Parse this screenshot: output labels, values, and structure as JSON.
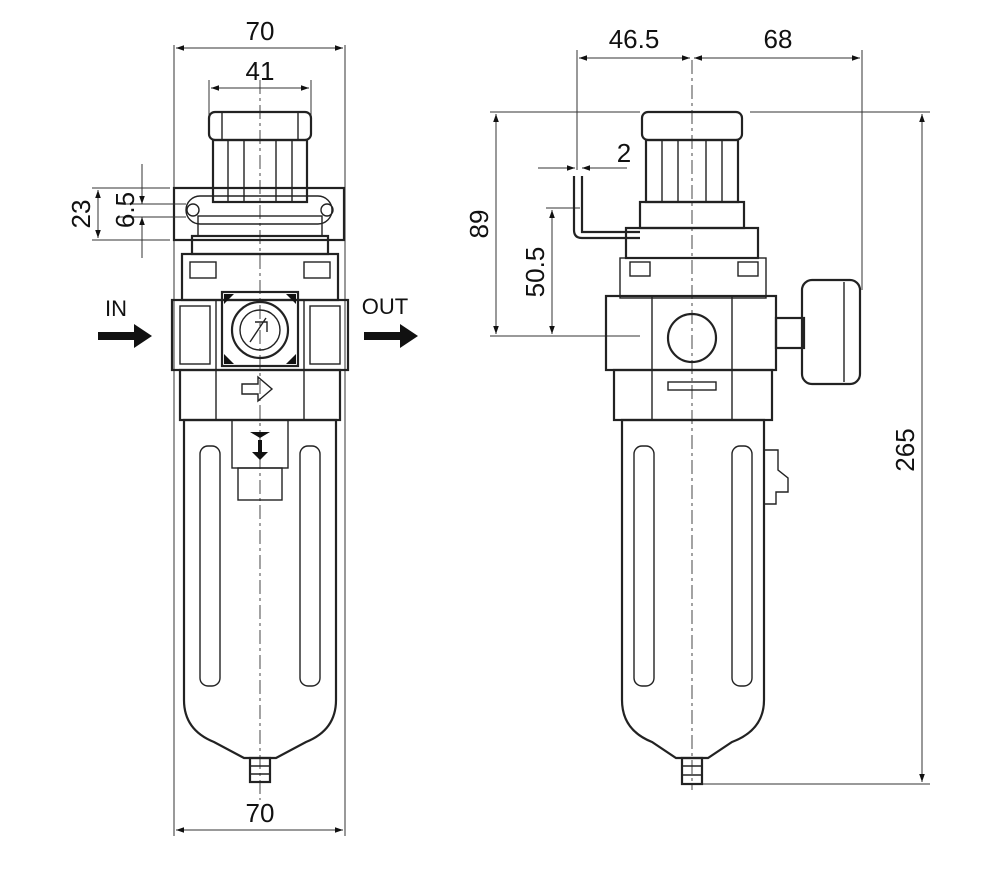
{
  "front_view": {
    "top_width": "70",
    "knob_width": "41",
    "bracket_height": "23",
    "hole_pitch": "6.5",
    "inlet_label": "IN",
    "outlet_label": "OUT",
    "bottom_width": "70"
  },
  "side_view": {
    "left_offset": "46.5",
    "right_offset": "68",
    "pin_gap": "2",
    "port_height": "89",
    "bracket_height": "50.5",
    "overall_height": "265"
  }
}
